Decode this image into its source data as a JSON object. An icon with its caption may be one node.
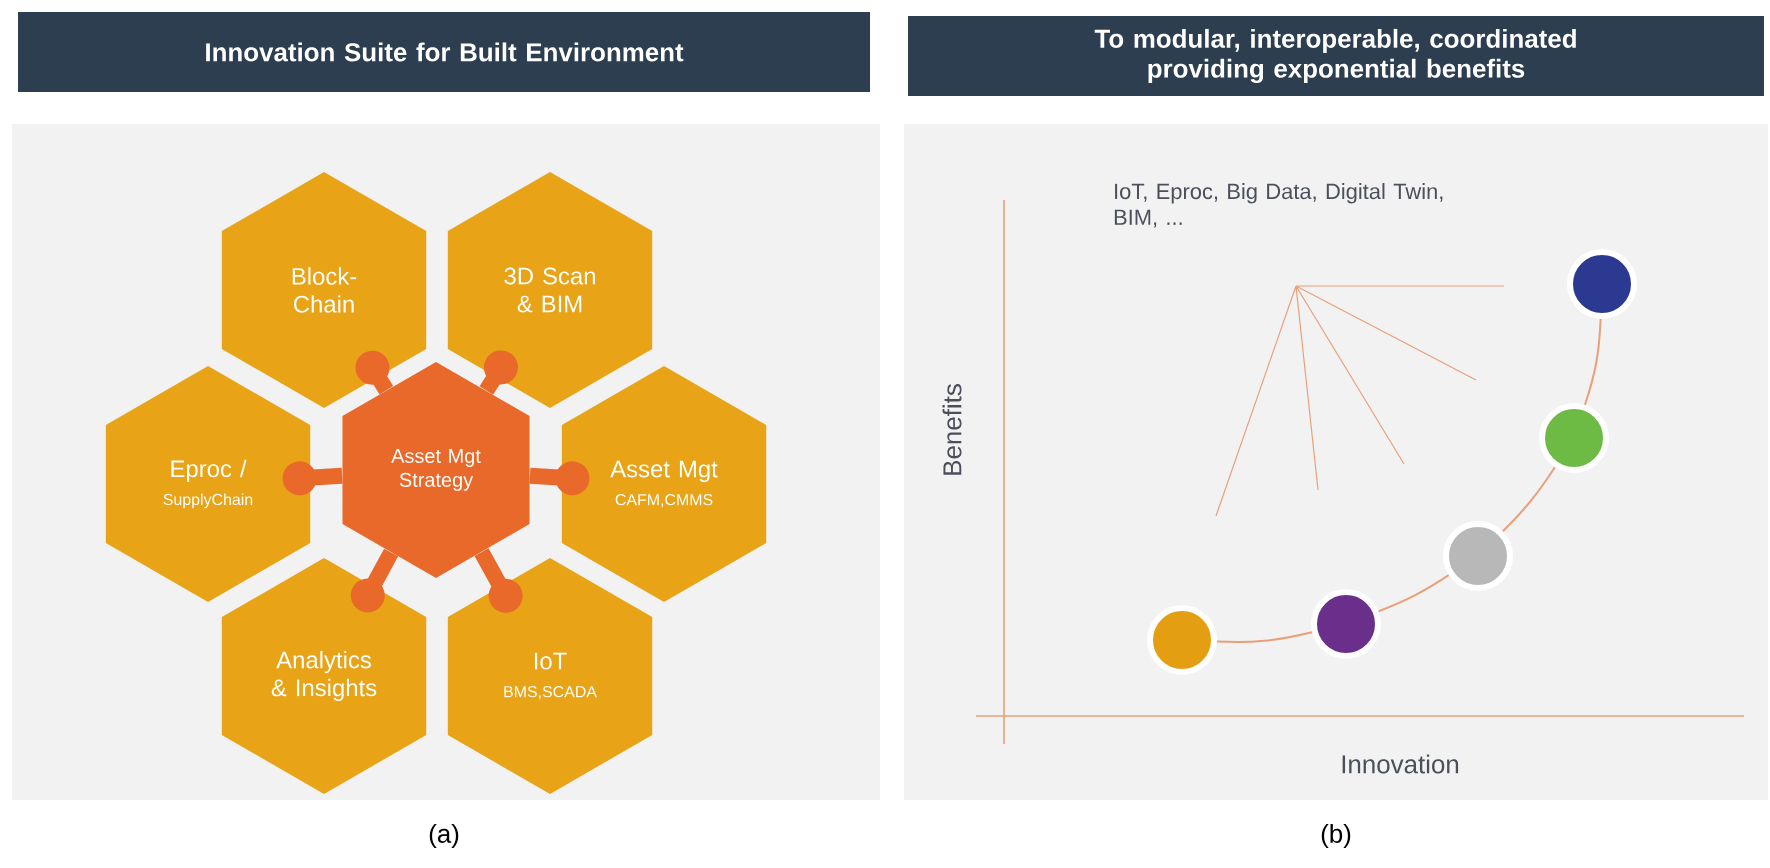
{
  "diagram": {
    "nodes": [
      {
        "text": [
          "Innovation Suite for Built Environment"
        ]
      },
      {
        "text": [
          "Asset Mgt Strategy"
        ]
      },
      {
        "text": [
          "Block-Chain"
        ]
      },
      {
        "text": [
          "3D Scan & BIM"
        ]
      },
      {
        "text": [
          "Eproc /",
          "SupplyChain"
        ]
      },
      {
        "text": [
          "Asset Mgt",
          "CAFM,CMMS"
        ]
      },
      {
        "text": [
          "Analytics & Insights"
        ]
      },
      {
        "text": [
          "IoT",
          "BMS,SCADA"
        ]
      },
      {
        "text": [
          "To modular, interoperable, coordinated providing exponential benefits"
        ]
      },
      {
        "text": [],
        "shape": "circle"
      },
      {
        "text": [],
        "shape": "circle"
      },
      {
        "text": [],
        "shape": "circle"
      },
      {
        "text": [],
        "shape": "circle"
      },
      {
        "text": [],
        "shape": "circle"
      }
    ],
    "edges": [
      {
        "from": 1,
        "to": 2,
        "arrow": "other"
      },
      {
        "from": 1,
        "to": 3,
        "arrow": "other"
      },
      {
        "from": 1,
        "to": 4,
        "arrow": "other"
      },
      {
        "from": 1,
        "to": 5,
        "arrow": "other"
      },
      {
        "from": 1,
        "to": 6,
        "arrow": "other"
      },
      {
        "from": 1,
        "to": 7,
        "arrow": "other"
      },
      {
        "from": 9,
        "to": 10,
        "arrow": "none"
      },
      {
        "from": 10,
        "to": 11,
        "arrow": "none"
      },
      {
        "from": 11,
        "to": 12,
        "arrow": "none"
      },
      {
        "from": 12,
        "to": 13,
        "arrow": "none"
      }
    ],
    "labels": [
      "IoT, Eproc, Big Data, Digital Twin, BIM, ...",
      "Benefits",
      "Innovation",
      "(a)",
      "(b)"
    ]
  }
}
